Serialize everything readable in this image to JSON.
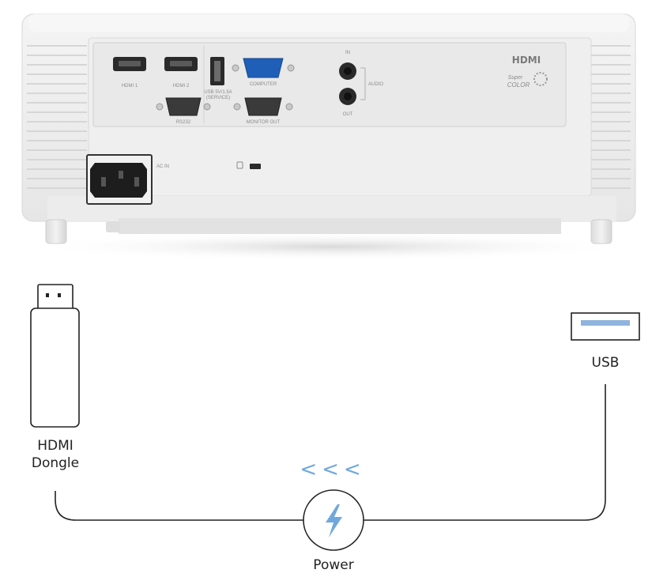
{
  "projector": {
    "port_labels": {
      "hdmi1": "HDMI 1",
      "hdmi2": "HDMI 2",
      "usb": "USB 5V/1.5A",
      "usb_sub": "(SERVICE)",
      "computer": "COMPUTER",
      "rs232": "RS232",
      "monitor_out": "MONITOR OUT",
      "audio_in": "IN",
      "audio": "AUDIO",
      "audio_out": "OUT",
      "ac_in": "AC IN"
    },
    "logos": {
      "hdmi_logo": "HDMI",
      "super": "Super",
      "color": "COLOR"
    }
  },
  "diagram": {
    "dongle_label_line1": "HDMI",
    "dongle_label_line2": "Dongle",
    "usb_label": "USB",
    "power_label": "Power",
    "arrows_text": "<<<",
    "colors": {
      "line": "#222222",
      "accent": "#6fa8dc"
    }
  }
}
